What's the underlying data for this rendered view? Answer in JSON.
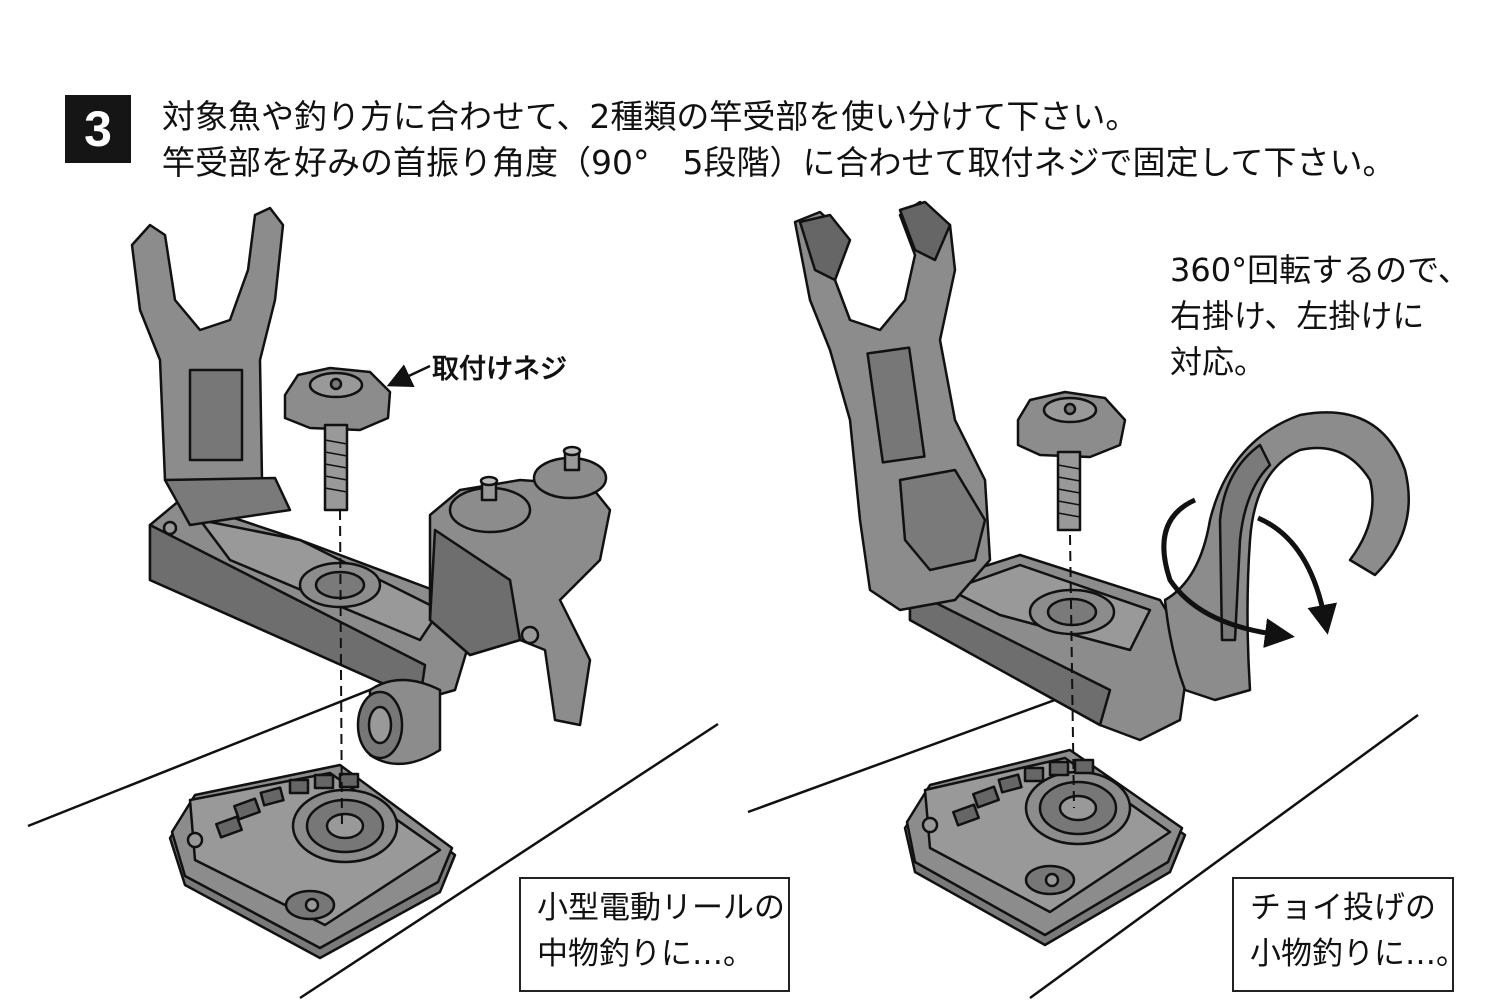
{
  "step": {
    "number": "3"
  },
  "instructions": {
    "line1": "対象魚や釣り方に合わせて、2種類の竿受部を使い分けて下さい。",
    "line2": "竿受部を好みの首振り角度（90°　5段階）に合わせて取付ネジで固定して下さい。"
  },
  "labels": {
    "knob": "取付けネジ"
  },
  "right_note": {
    "line1": "360°回転するので、",
    "line2": "右掛け、左掛けに",
    "line3": "対応。"
  },
  "captions": {
    "left": {
      "line1": "小型電動リールの",
      "line2": "中物釣りに…。"
    },
    "right": {
      "line1": "チョイ投げの",
      "line2": "小物釣りに…。"
    }
  },
  "colors": {
    "part_fill": "#8c8c8c",
    "part_dark": "#5e5e5e",
    "outline": "#111111",
    "gasket": "#7a7a7a"
  },
  "icons": {
    "rotation": "circular-arrow-icon",
    "pointer": "arrow-left-icon"
  }
}
